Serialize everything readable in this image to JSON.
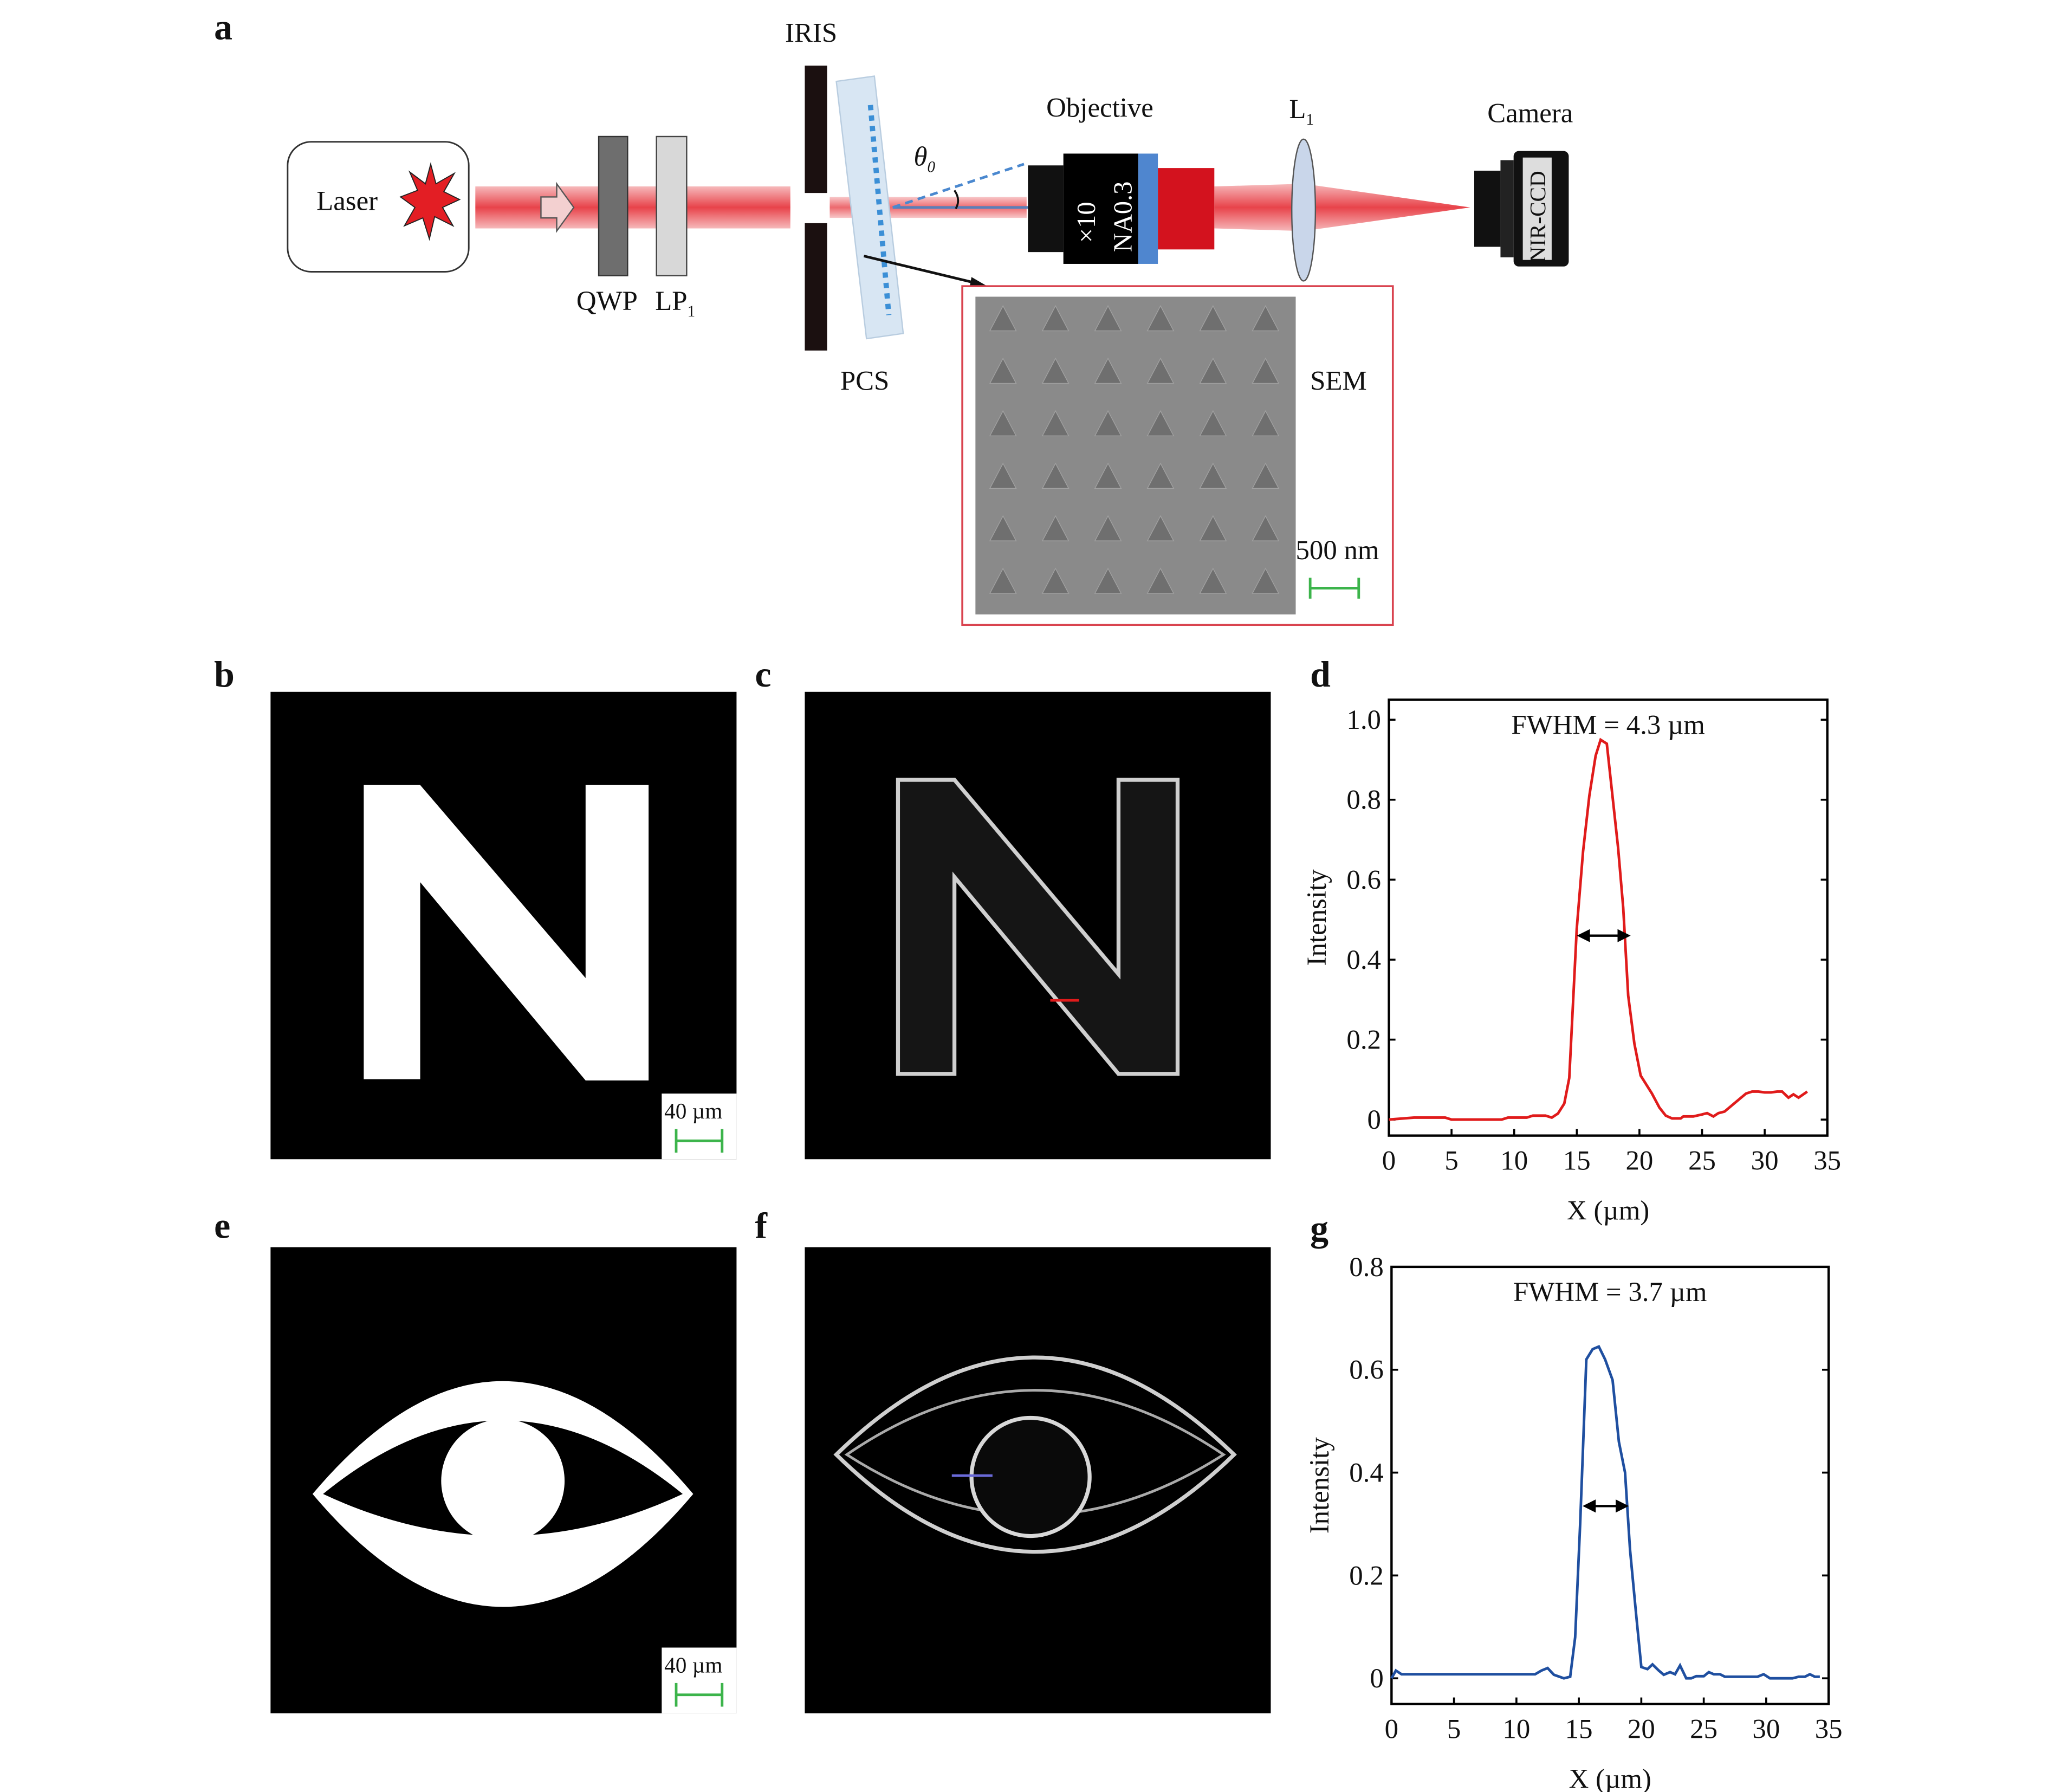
{
  "panels": {
    "a": "a",
    "b": "b",
    "c": "c",
    "d": "d",
    "e": "e",
    "f": "f",
    "g": "g"
  },
  "setup": {
    "laser": "Laser",
    "qwp": "QWP",
    "lp1": "LP",
    "lp1_sub": "1",
    "iris": "IRIS",
    "pcs": "PCS",
    "theta": "θ",
    "theta_sub": "0",
    "objective": "Objective",
    "mag": "×10",
    "na": "NA0.3",
    "l1": "L",
    "l1_sub": "1",
    "camera": "Camera",
    "ccd": "NIR-CCD",
    "sem": "SEM",
    "sem_scale": "500 nm"
  },
  "images": {
    "b_scale": "40 µm",
    "e_scale": "40 µm"
  },
  "colors": {
    "beam": "#e8434a",
    "plot_d": "#e01b1b",
    "plot_g": "#1f4fa0",
    "scalebar": "#3cb44b",
    "sem_frame": "#d9434f"
  },
  "chart_data": [
    {
      "type": "line",
      "panel": "d",
      "annotation": "FWHM = 4.3 µm",
      "fwhm": 4.3,
      "xlabel": "X (µm)",
      "ylabel": "Intensity",
      "xlim": [
        0,
        35
      ],
      "ylim": [
        -0.04,
        1.05
      ],
      "xticks": [
        "0",
        "5",
        "10",
        "15",
        "20",
        "25",
        "30",
        "35"
      ],
      "yticks": [
        "0",
        "0.2",
        "0.4",
        "0.6",
        "0.8",
        "1.0"
      ],
      "fwhm_arrow": {
        "x1": 15.0,
        "x2": 19.3,
        "y": 0.46
      },
      "x": [
        0,
        2,
        4.5,
        5,
        9,
        9.5,
        11,
        11.5,
        12.5,
        13,
        13.5,
        14,
        14.4,
        15,
        15.5,
        16,
        16.5,
        16.9,
        17.4,
        18.3,
        18.7,
        19.1,
        19.6,
        20.1,
        21,
        21.6,
        22.1,
        22.6,
        23.3,
        23.5,
        24.3,
        25,
        25.4,
        25.9,
        26.3,
        26.8,
        28.5,
        29,
        29.5,
        30,
        30.5,
        31,
        31.4,
        31.9,
        32.3,
        32.7,
        33.4
      ],
      "y": [
        0,
        0.005,
        0.005,
        0,
        0,
        0.005,
        0.005,
        0.01,
        0.01,
        0.005,
        0.015,
        0.04,
        0.104,
        0.477,
        0.67,
        0.81,
        0.91,
        0.95,
        0.94,
        0.68,
        0.53,
        0.31,
        0.19,
        0.11,
        0.065,
        0.03,
        0.01,
        0.003,
        0.003,
        0.008,
        0.008,
        0.013,
        0.016,
        0.008,
        0.016,
        0.02,
        0.065,
        0.07,
        0.07,
        0.068,
        0.068,
        0.07,
        0.07,
        0.055,
        0.063,
        0.055,
        0.07
      ]
    },
    {
      "type": "line",
      "panel": "g",
      "annotation": "FWHM = 3.7 µm",
      "fwhm": 3.7,
      "xlabel": "X (µm)",
      "ylabel": "Intensity",
      "xlim": [
        0,
        35
      ],
      "ylim": [
        -0.05,
        0.8
      ],
      "xticks": [
        "0",
        "5",
        "10",
        "15",
        "20",
        "25",
        "30",
        "35"
      ],
      "yticks": [
        "0",
        "0.2",
        "0.4",
        "0.6",
        "0.8"
      ],
      "fwhm_arrow": {
        "x1": 15.3,
        "x2": 19.0,
        "y": 0.335
      },
      "x": [
        0,
        0.35,
        0.8,
        11.5,
        12,
        12.5,
        13,
        13.8,
        14.3,
        14.7,
        15.1,
        15.6,
        16.1,
        16.6,
        17.1,
        17.7,
        18.2,
        18.7,
        19.1,
        19.6,
        20,
        20.5,
        20.9,
        21.4,
        21.8,
        22.3,
        22.7,
        23.1,
        23.6,
        24,
        24.4,
        25,
        25.4,
        25.8,
        26.3,
        26.7,
        29.3,
        29.8,
        30.3,
        32.1,
        32.6,
        33.1,
        33.5,
        33.9,
        34.3
      ],
      "y": [
        0,
        0.015,
        0.008,
        0.008,
        0.015,
        0.02,
        0.007,
        0,
        0.003,
        0.08,
        0.3,
        0.62,
        0.64,
        0.645,
        0.62,
        0.58,
        0.46,
        0.4,
        0.25,
        0.12,
        0.022,
        0.018,
        0.027,
        0.015,
        0.007,
        0.012,
        0.008,
        0.025,
        0,
        0,
        0.004,
        0.004,
        0.012,
        0.008,
        0.008,
        0.003,
        0.003,
        0.008,
        0,
        0,
        0.003,
        0.003,
        0.008,
        0.003,
        0.003
      ]
    }
  ]
}
